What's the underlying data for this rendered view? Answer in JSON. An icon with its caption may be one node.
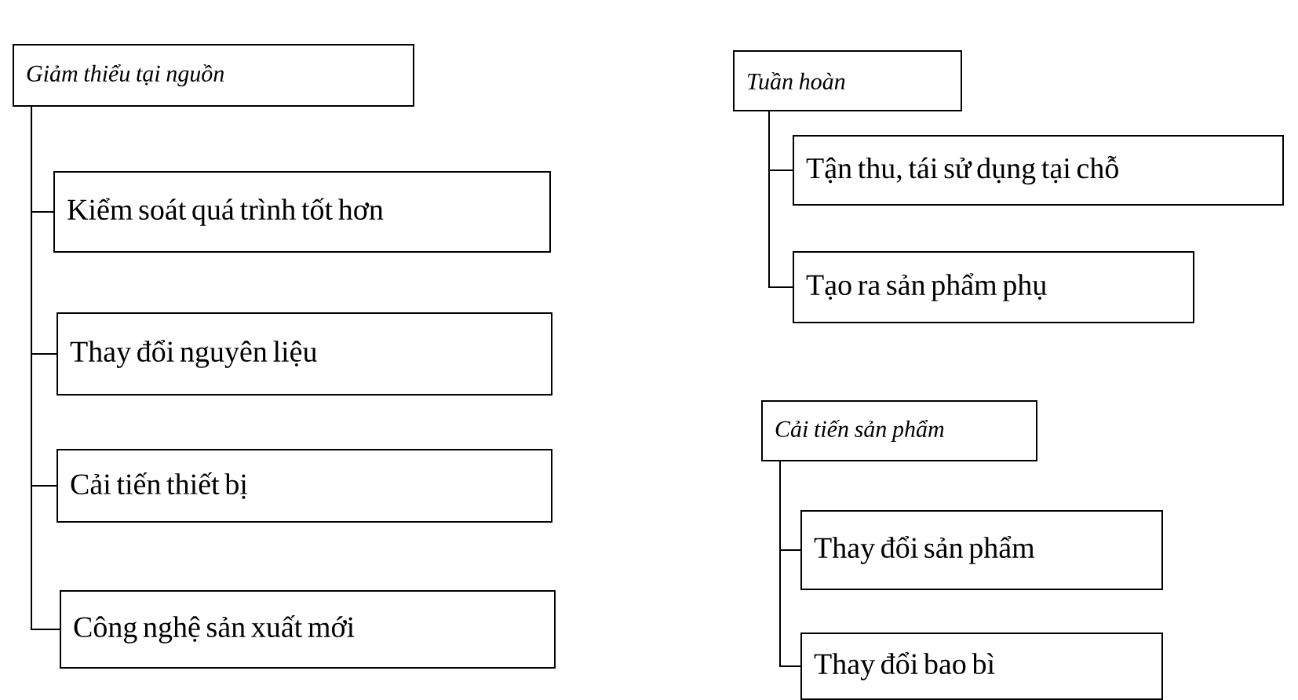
{
  "diagram": {
    "nodes": [
      {
        "text": [
          "Giảm thiểu tại nguồn"
        ]
      },
      {
        "text": [
          "Kiểm soát quá trình tốt hơn"
        ]
      },
      {
        "text": [
          "Thay đổi nguyên liệu"
        ]
      },
      {
        "text": [
          "Cải tiến thiết bị"
        ]
      },
      {
        "text": [
          "Công nghệ sản xuất mới"
        ]
      },
      {
        "text": [
          "Tuần hoàn"
        ]
      },
      {
        "text": [
          "Tận thu, tái sử dụng tại chỗ"
        ]
      },
      {
        "text": [
          "Tạo ra sản phẩm phụ"
        ]
      },
      {
        "text": [
          "Cải tiến sản phẩm"
        ]
      },
      {
        "text": [
          "Thay đổi sản phẩm"
        ]
      },
      {
        "text": [
          "Thay đổi bao bì"
        ]
      }
    ],
    "edges": [
      {
        "from": 0,
        "to": 1,
        "arrow": "none"
      },
      {
        "from": 0,
        "to": 2,
        "arrow": "none"
      },
      {
        "from": 0,
        "to": 3,
        "arrow": "none"
      },
      {
        "from": 0,
        "to": 4,
        "arrow": "none"
      },
      {
        "from": 5,
        "to": 6,
        "arrow": "none"
      },
      {
        "from": 5,
        "to": 7,
        "arrow": "none"
      },
      {
        "from": 8,
        "to": 9,
        "arrow": "none"
      },
      {
        "from": 8,
        "to": 10,
        "arrow": "none"
      }
    ]
  }
}
